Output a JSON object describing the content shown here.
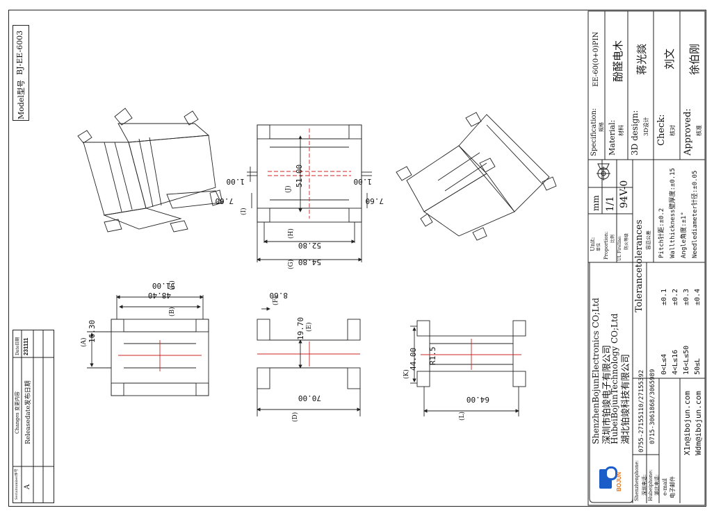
{
  "model": {
    "label": "Model型号",
    "value": "BJ-EE-6003"
  },
  "change_table": {
    "headers": {
      "serial": "Serialnumber序号",
      "changes": "Changes 变更内容",
      "date": "Date日期"
    },
    "rows": [
      {
        "serial": "A",
        "changes": "Releasedate发布日期",
        "date": "231111"
      }
    ]
  },
  "title_block": {
    "specification": {
      "label": "Specification:",
      "sub": "规格",
      "value": "EE-60(0+0)PIN"
    },
    "material": {
      "label": "Material:",
      "sub": "材料",
      "value": "酚醛电木"
    },
    "design": {
      "label": "3D design:",
      "sub": "3D设计",
      "value": "蒋光燚"
    },
    "check": {
      "label": "Check:",
      "sub": "核对",
      "value": "刘文"
    },
    "approved": {
      "label": "Approved:",
      "sub": "核准",
      "value": "徐伯刚"
    },
    "unit": {
      "label": "Unit:",
      "sub": "单位",
      "value": "mm"
    },
    "proportion": {
      "label": "Proportion:",
      "sub": "比例",
      "value": "1/1"
    },
    "flame": {
      "label": "UL Fireline:",
      "sub": "防火等级",
      "value": "94V-0"
    },
    "tolerances": {
      "label": "Tolerancetolerances",
      "sub": "容忍公差",
      "ranges": [
        {
          "range": "0<L≤4",
          "tol": "±0.1"
        },
        {
          "range": "4<L≤16",
          "tol": "±0.2"
        },
        {
          "range": "16<L≤50",
          "tol": "±0.3"
        },
        {
          "range": "50≤L",
          "tol": "±0.4"
        }
      ],
      "general": [
        "Pitch针距:±0.2",
        "Wallthickness壁厚度:±0.15",
        "Angle角度:±1°",
        "Needlediameter针径:±0.05"
      ]
    },
    "company": {
      "line1": "ShenzhenBojunElectronics CO;Ltd",
      "line2": "深圳市铂竣电子有限公司",
      "line3": "HubeiBojunTechnology CO;Ltd",
      "line4": "湖北铂竣科技有限公司",
      "logo_text": "BOJUN"
    },
    "contacts": [
      {
        "label": "Shenzhenphone:",
        "sub": "深圳电话:",
        "value": "0755-27155110/27155392"
      },
      {
        "label": "Hubeiphone:",
        "sub": "湖北电话:",
        "value": "0715-3061868/3065989"
      },
      {
        "label": "e-mail",
        "sub": "电子邮件",
        "value1": "X1n@ibojun.com",
        "value2": "Wdm@ibojun.com"
      }
    ]
  },
  "dimensions": {
    "d_1_00a": "1.00",
    "d_1_00b": "1.00",
    "d_7_60a": "7.60",
    "d_7_60b": "7.60",
    "d_51_00_J": "51.00",
    "J": "(J)",
    "I": "(I)",
    "d_52_80": "52.80",
    "H": "(H)",
    "d_54_80": "54.80",
    "G": "(G)",
    "d_51_00_C": "51.00",
    "C": "(C)",
    "d_48_40": "48.40",
    "B": "(B)",
    "d_16_30": "16.30",
    "A": "(A)",
    "d_8_60": "8.60",
    "F": "(F)",
    "d_19_70": "19.70",
    "E": "(E)",
    "d_70_00": "70.00",
    "D": "(D)",
    "d_44_00": "44.00",
    "K": "(K)",
    "r_1_5": "R1.5",
    "d_64_00": "64.00",
    "L": "(L)"
  }
}
